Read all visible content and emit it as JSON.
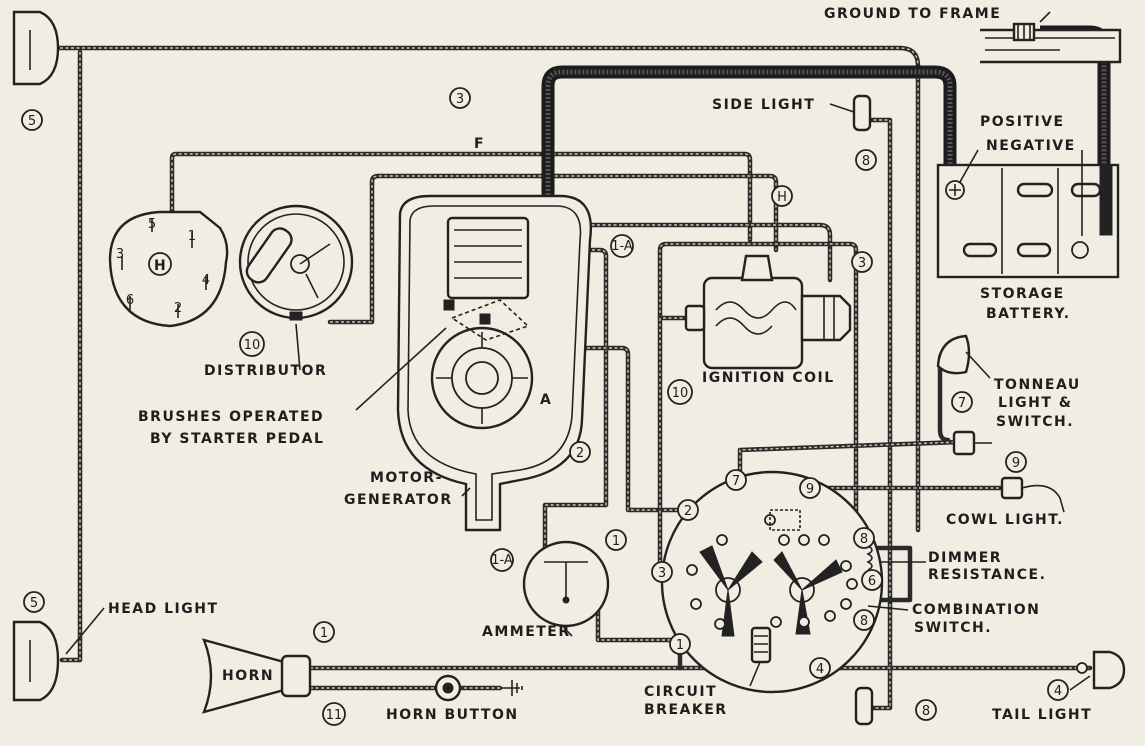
{
  "diagram": {
    "labels": {
      "ground_to_frame": "GROUND TO FRAME",
      "positive": "POSITIVE",
      "negative": "NEGATIVE",
      "side_light": "SIDE LIGHT",
      "storage_battery_1": "STORAGE",
      "storage_battery_2": "BATTERY.",
      "tonneau_1": "TONNEAU",
      "tonneau_2": "LIGHT &",
      "tonneau_3": "SWITCH.",
      "cowl_light": "COWL LIGHT.",
      "dimmer_1": "DIMMER",
      "dimmer_2": "RESISTANCE.",
      "combination_1": "COMBINATION",
      "combination_2": "SWITCH.",
      "tail_light": "TAIL LIGHT",
      "distributor": "DISTRIBUTOR",
      "brushes_1": "BRUSHES OPERATED",
      "brushes_2": "BY STARTER PEDAL",
      "motor_generator_1": "MOTOR-",
      "motor_generator_2": "GENERATOR",
      "ignition_coil": "IGNITION COIL",
      "ammeter": "AMMETER",
      "head_light": "HEAD LIGHT",
      "horn": "HORN",
      "horn_button": "HORN BUTTON",
      "circuit_breaker_1": "CIRCUIT",
      "circuit_breaker_2": "BREAKER",
      "terminal_f": "F",
      "terminal_a": "A",
      "terminal_h": "H"
    },
    "numbers": {
      "head_top": "5",
      "head_bottom": "5",
      "dist_10": "10",
      "f_3": "3",
      "ign_h": "H",
      "side_8": "8",
      "coil_3": "3",
      "coil_10": "10",
      "motor_1a": "1-A",
      "motor_2": "2",
      "tonneau_7": "7",
      "cowl_9": "9",
      "amm_1a": "1-A",
      "amm_1": "1",
      "sw_2": "2",
      "sw_7": "7",
      "sw_9": "9",
      "sw_8a": "8",
      "sw_6": "6",
      "sw_8b": "8",
      "sw_3": "3",
      "sw_1": "1",
      "sw_4": "4",
      "tail_4": "4",
      "horn_1": "1",
      "horn_11": "11",
      "bottom_8": "8",
      "d5": "5",
      "d1": "1",
      "d3": "3",
      "dh": "H",
      "d4": "4",
      "d6": "6",
      "d2": "2"
    }
  }
}
